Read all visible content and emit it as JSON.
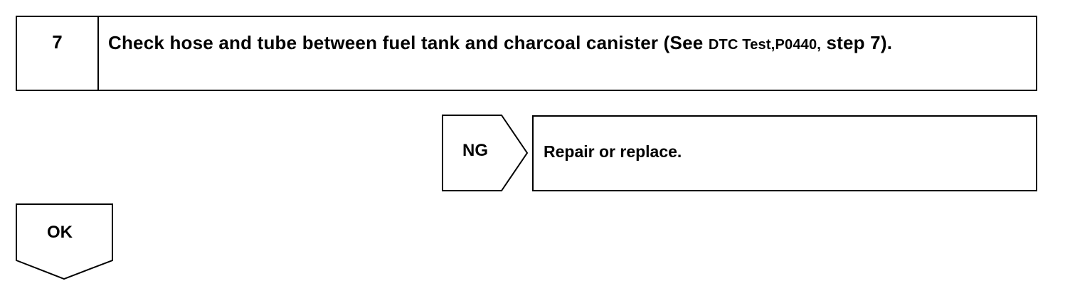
{
  "step": {
    "number": "7",
    "text": "Check hose and tube between fuel tank and charcoal canister (See ",
    "reference": "DTC Test,P0440,",
    "text_end": " step 7)."
  },
  "ng_branch": {
    "label": "NG",
    "action": "Repair or replace."
  },
  "ok_branch": {
    "label": "OK"
  }
}
